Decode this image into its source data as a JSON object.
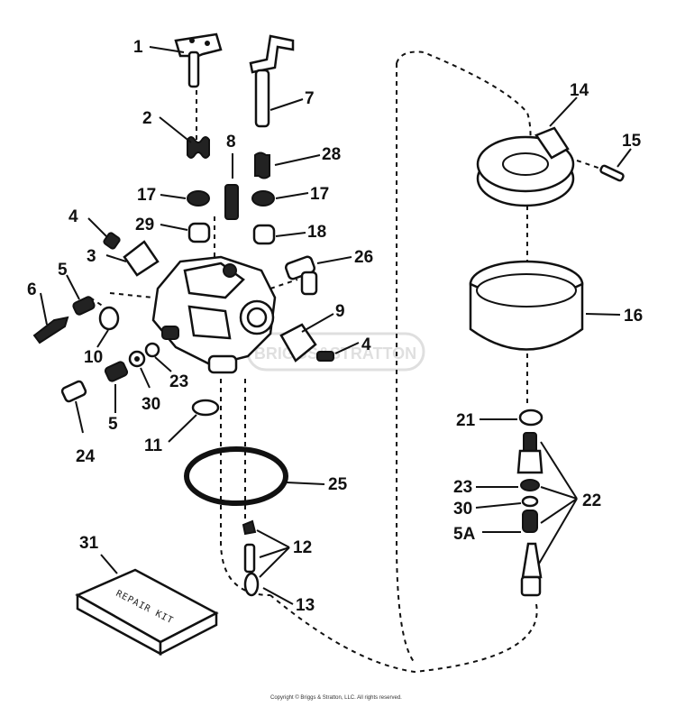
{
  "callouts": {
    "c1": "1",
    "c2": "2",
    "c3": "3",
    "c4a": "4",
    "c4b": "4",
    "c5a": "5",
    "c5b": "5",
    "c6": "6",
    "c7": "7",
    "c28": "28",
    "c8": "8",
    "c17a": "17",
    "c17b": "17",
    "c29": "29",
    "c18": "18",
    "c26": "26",
    "c9": "9",
    "c10": "10",
    "c23a": "23",
    "c30a": "30",
    "c11": "11",
    "c24": "24",
    "c25": "25",
    "c12": "12",
    "c13": "13",
    "c31": "31",
    "c14": "14",
    "c15": "15",
    "c16": "16",
    "c21": "21",
    "c22": "22",
    "c23b": "23",
    "c30b": "30",
    "c5A": "5A"
  },
  "kit_label": "REPAIR KIT",
  "watermark": "BRIGGS&STRATTON",
  "copyright": "Copyright © Briggs & Stratton, LLC. All rights reserved."
}
